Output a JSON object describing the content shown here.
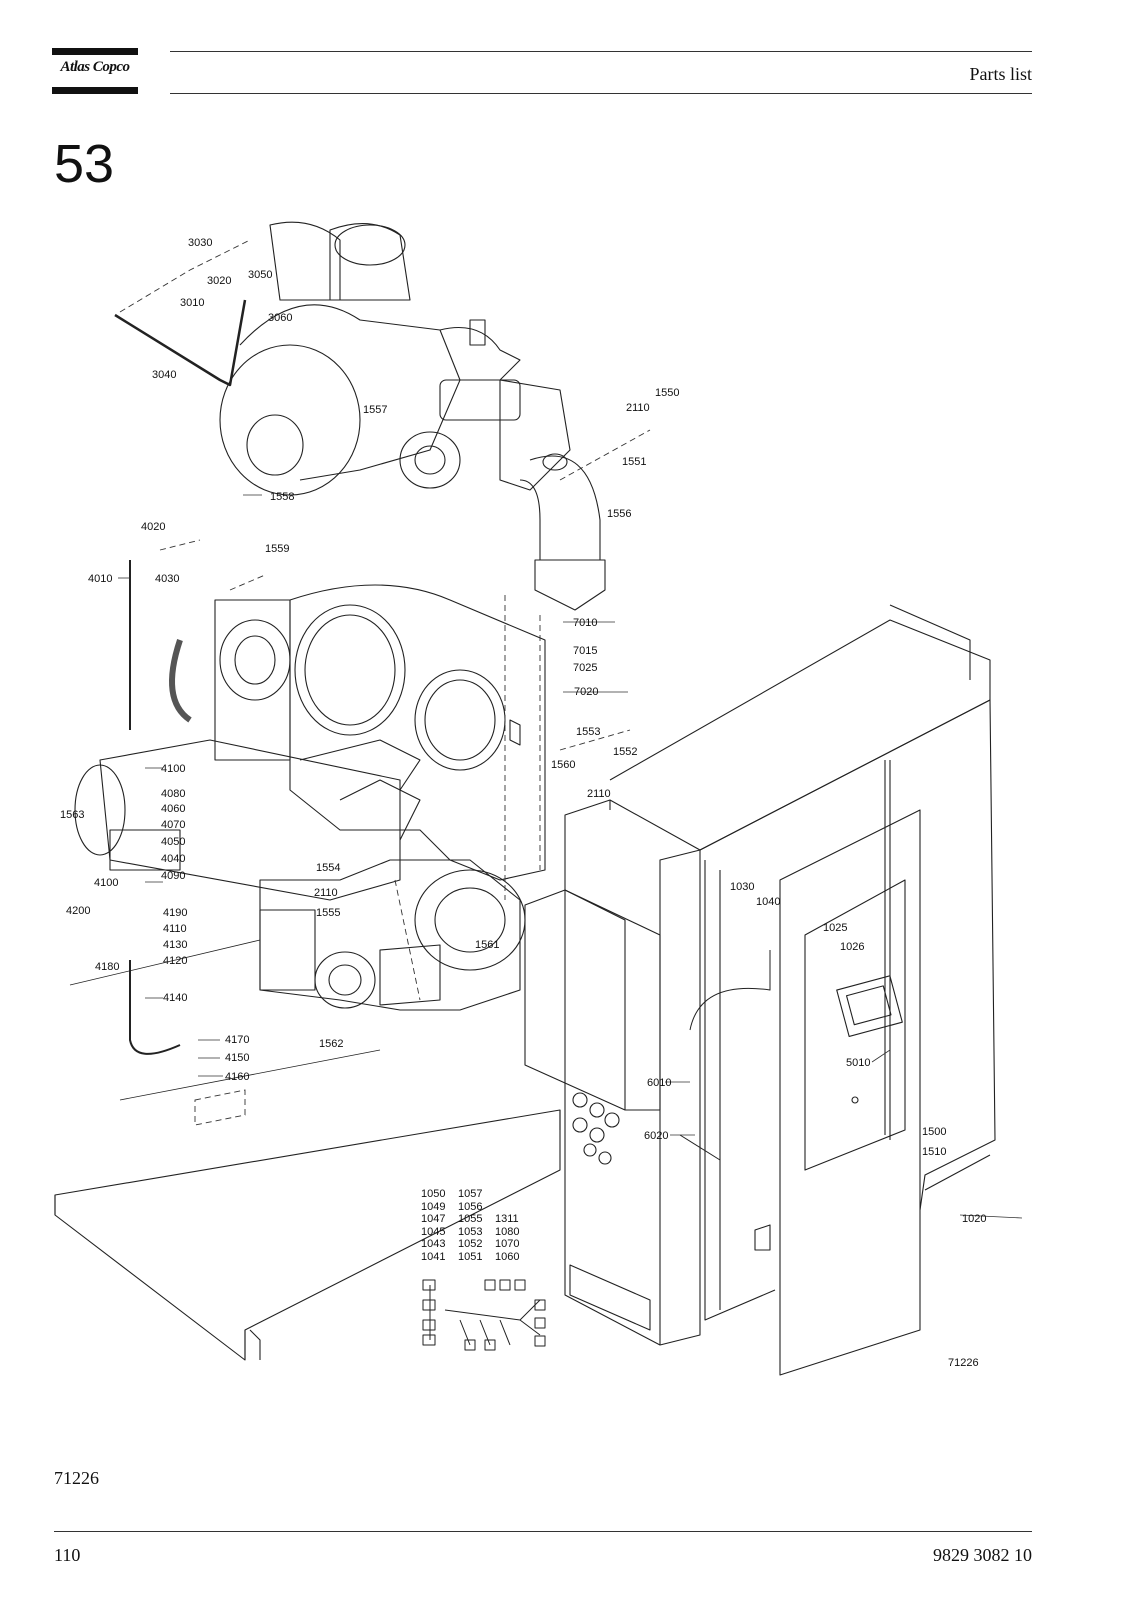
{
  "header": {
    "brand": "Atlas Copco",
    "section_title": "Parts list"
  },
  "section_number": "53",
  "drawing": {
    "corner_id": "71226",
    "callouts": [
      {
        "id": "c3030",
        "text": "3030"
      },
      {
        "id": "c3020",
        "text": "3020"
      },
      {
        "id": "c3010",
        "text": "3010"
      },
      {
        "id": "c3050",
        "text": "3050"
      },
      {
        "id": "c3060",
        "text": "3060"
      },
      {
        "id": "c3040",
        "text": "3040"
      },
      {
        "id": "c1557",
        "text": "1557"
      },
      {
        "id": "c1558",
        "text": "1558"
      },
      {
        "id": "c1550",
        "text": "1550"
      },
      {
        "id": "c2110a",
        "text": "2110"
      },
      {
        "id": "c1551",
        "text": "1551"
      },
      {
        "id": "c1556",
        "text": "1556"
      },
      {
        "id": "c4020",
        "text": "4020"
      },
      {
        "id": "c4030",
        "text": "4030"
      },
      {
        "id": "c4010",
        "text": "4010"
      },
      {
        "id": "c1559",
        "text": "1559"
      },
      {
        "id": "c7010",
        "text": "7010"
      },
      {
        "id": "c7015",
        "text": "7015"
      },
      {
        "id": "c7025",
        "text": "7025"
      },
      {
        "id": "c7020",
        "text": "7020"
      },
      {
        "id": "c1553",
        "text": "1553"
      },
      {
        "id": "c1552",
        "text": "1552"
      },
      {
        "id": "c1560",
        "text": "1560"
      },
      {
        "id": "c2110b",
        "text": "2110"
      },
      {
        "id": "c4100a",
        "text": "4100"
      },
      {
        "id": "c4080",
        "text": "4080"
      },
      {
        "id": "c4060",
        "text": "4060"
      },
      {
        "id": "c1563",
        "text": "1563"
      },
      {
        "id": "c4070",
        "text": "4070"
      },
      {
        "id": "c4050",
        "text": "4050"
      },
      {
        "id": "c4040",
        "text": "4040"
      },
      {
        "id": "c4090",
        "text": "4090"
      },
      {
        "id": "c4100b",
        "text": "4100"
      },
      {
        "id": "c1554",
        "text": "1554"
      },
      {
        "id": "c2110c",
        "text": "2110"
      },
      {
        "id": "c1555",
        "text": "1555"
      },
      {
        "id": "c4200",
        "text": "4200"
      },
      {
        "id": "c4190",
        "text": "4190"
      },
      {
        "id": "c4110",
        "text": "4110"
      },
      {
        "id": "c4130",
        "text": "4130"
      },
      {
        "id": "c4180",
        "text": "4180"
      },
      {
        "id": "c4120",
        "text": "4120"
      },
      {
        "id": "c1561",
        "text": "1561"
      },
      {
        "id": "c4140",
        "text": "4140"
      },
      {
        "id": "c1030",
        "text": "1030"
      },
      {
        "id": "c1040",
        "text": "1040"
      },
      {
        "id": "c1025",
        "text": "1025"
      },
      {
        "id": "c1026",
        "text": "1026"
      },
      {
        "id": "c4170",
        "text": "4170"
      },
      {
        "id": "c4150",
        "text": "4150"
      },
      {
        "id": "c1562",
        "text": "1562"
      },
      {
        "id": "c4160",
        "text": "4160"
      },
      {
        "id": "c5010",
        "text": "5010"
      },
      {
        "id": "c6010",
        "text": "6010"
      },
      {
        "id": "c6020",
        "text": "6020"
      },
      {
        "id": "c1500",
        "text": "1500"
      },
      {
        "id": "c1510",
        "text": "1510"
      },
      {
        "id": "c1020",
        "text": "1020"
      },
      {
        "id": "c1050",
        "text": "1050"
      },
      {
        "id": "c1057",
        "text": "1057"
      },
      {
        "id": "c1049",
        "text": "1049"
      },
      {
        "id": "c1056",
        "text": "1056"
      },
      {
        "id": "c1047",
        "text": "1047"
      },
      {
        "id": "c1055",
        "text": "1055"
      },
      {
        "id": "c1311",
        "text": "1311"
      },
      {
        "id": "c1045",
        "text": "1045"
      },
      {
        "id": "c1053",
        "text": "1053"
      },
      {
        "id": "c1080",
        "text": "1080"
      },
      {
        "id": "c1043",
        "text": "1043"
      },
      {
        "id": "c1052",
        "text": "1052"
      },
      {
        "id": "c1070",
        "text": "1070"
      },
      {
        "id": "c1041",
        "text": "1041"
      },
      {
        "id": "c1051",
        "text": "1051"
      },
      {
        "id": "c1060",
        "text": "1060"
      }
    ]
  },
  "figure_id": "71226",
  "footer": {
    "page_number": "110",
    "document_number": "9829 3082 10"
  }
}
